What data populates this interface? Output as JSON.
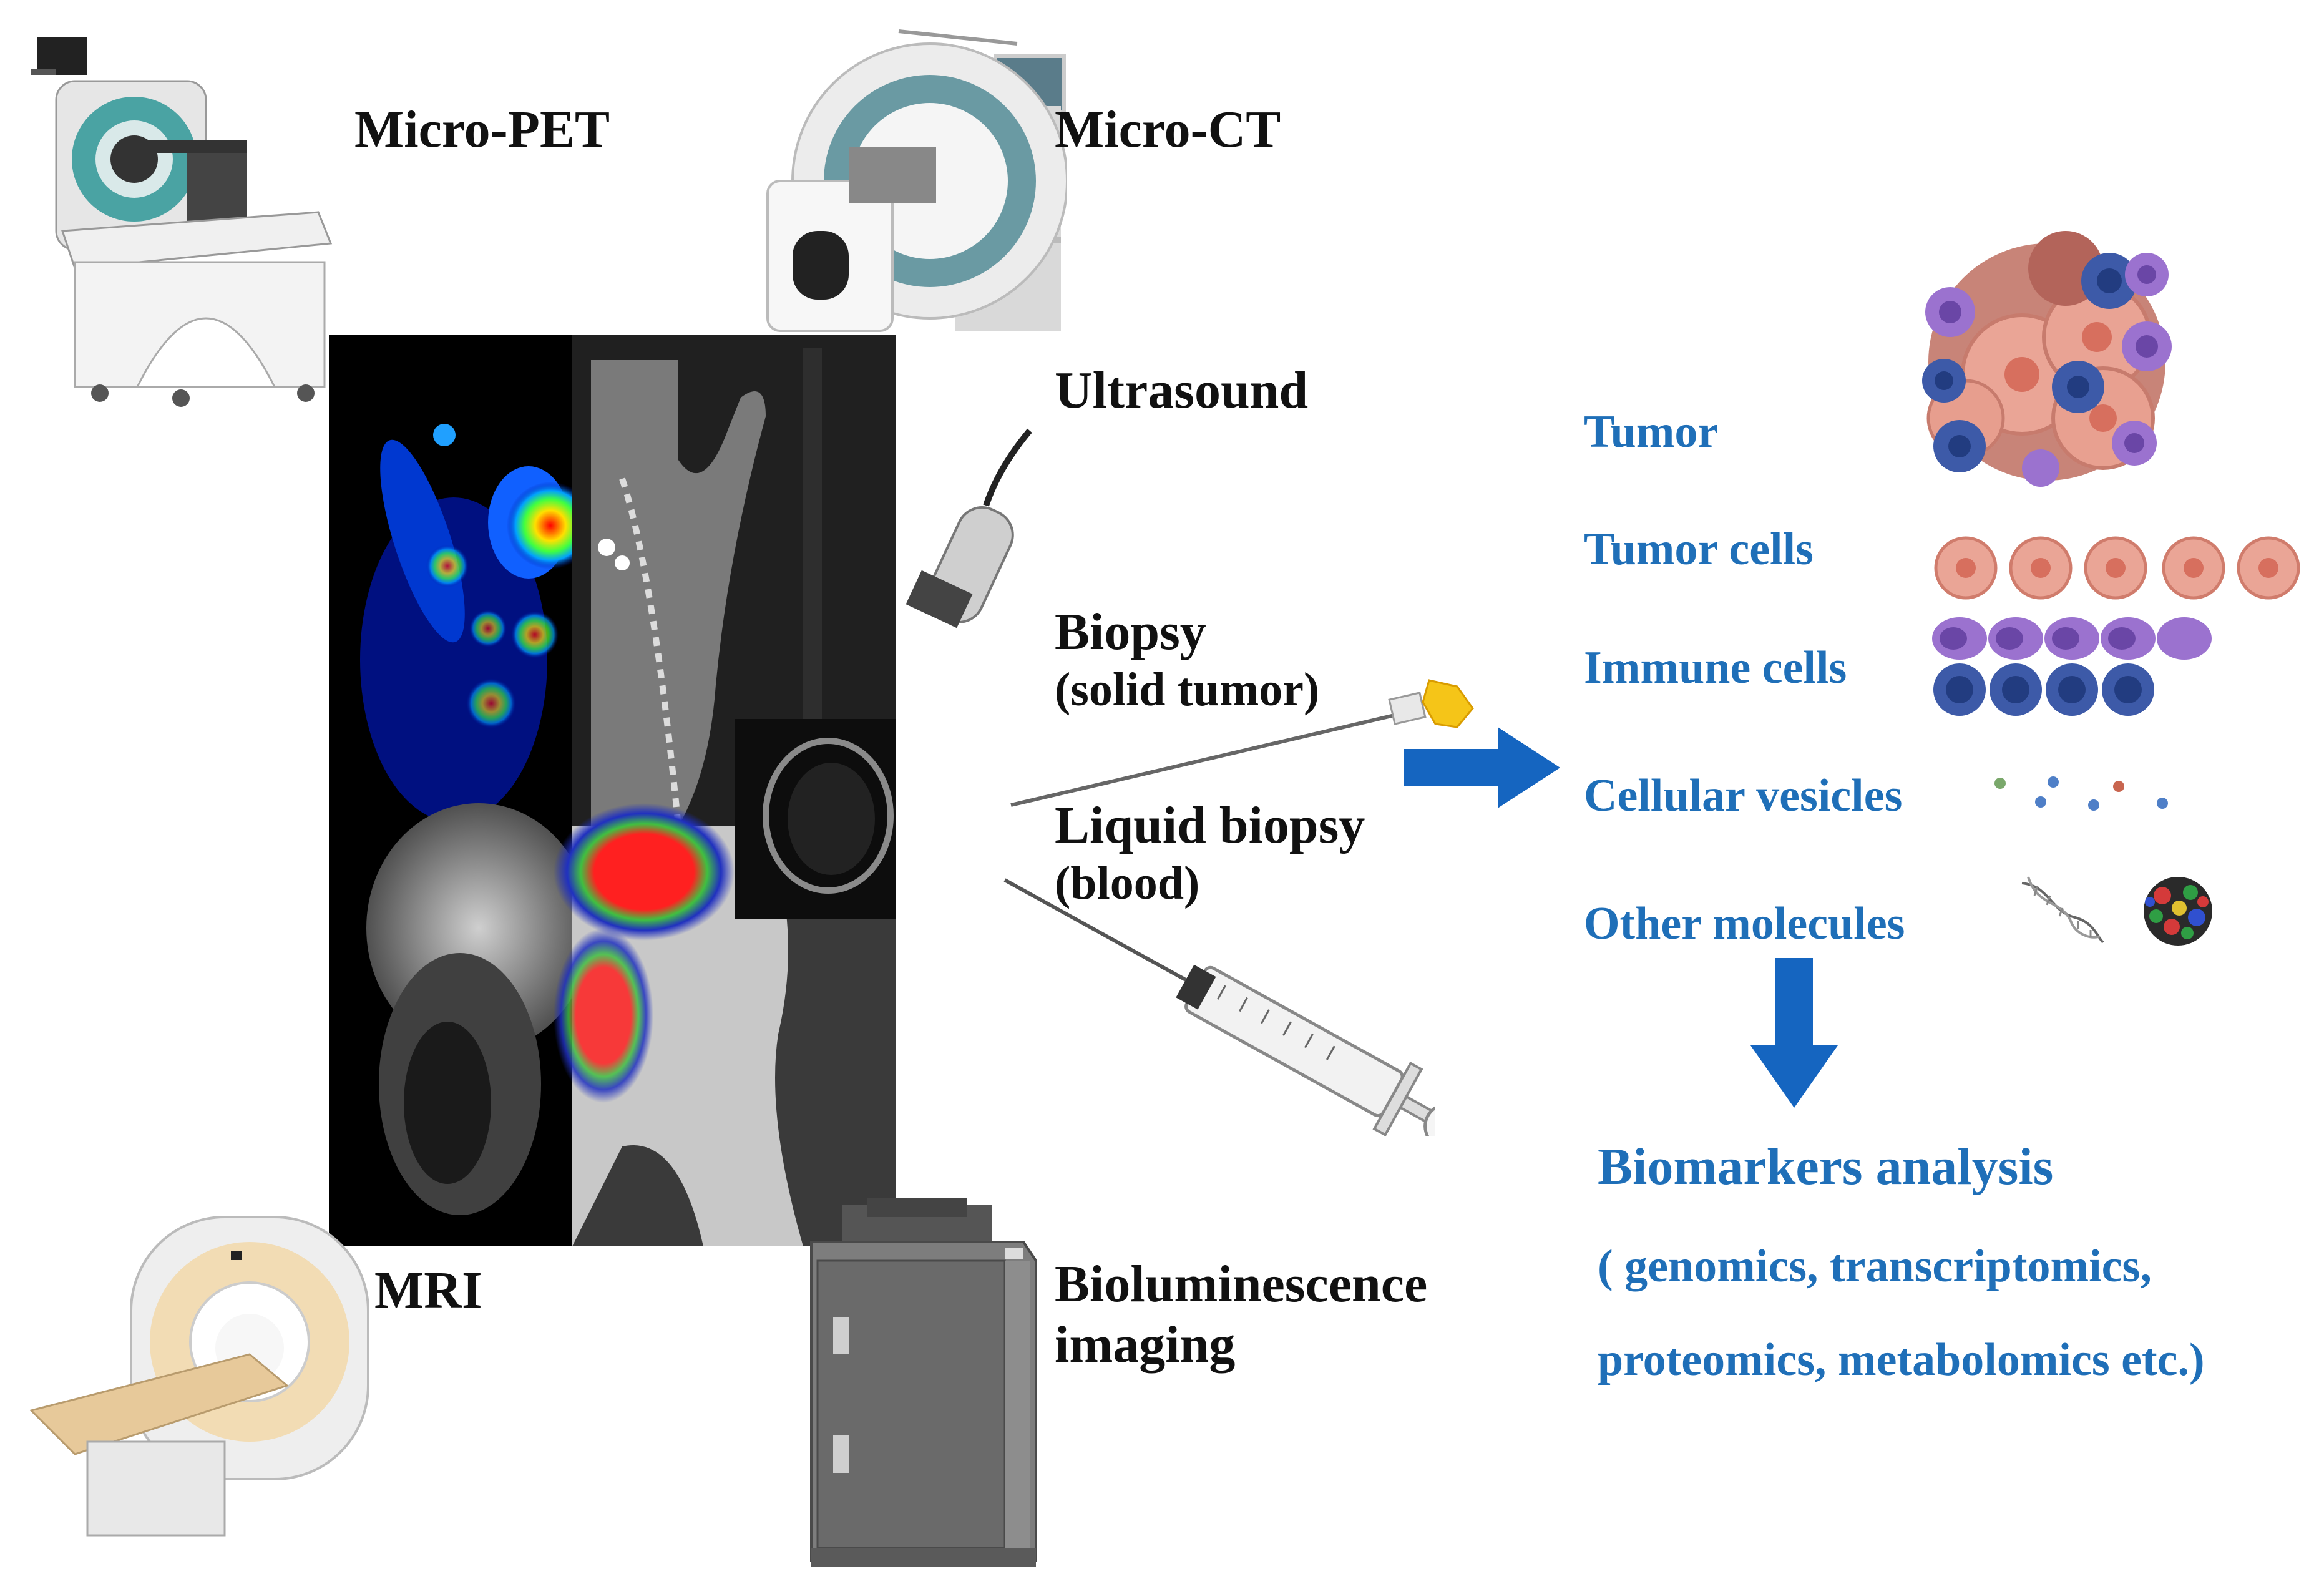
{
  "modalities": {
    "micro_pet": "Micro-PET",
    "micro_ct": "Micro-CT",
    "ultrasound": "Ultrasound",
    "mri": "MRI",
    "bioluminescence_line1": "Bioluminescence",
    "bioluminescence_line2": "imaging"
  },
  "sampling": {
    "biopsy_line1": "Biopsy",
    "biopsy_line2": "(solid tumor)",
    "liquid_line1": "Liquid biopsy",
    "liquid_line2": "(blood)"
  },
  "samples": {
    "tumor": "Tumor",
    "tumor_cells": "Tumor cells",
    "immune_cells": "Immune cells",
    "cellular_vesicles": "Cellular vesicles",
    "other_molecules": "Other molecules"
  },
  "analysis": {
    "title": "Biomarkers analysis",
    "line1": "( genomics, transcriptomics,",
    "line2": "proteomics, metabolomics etc.)"
  },
  "colors": {
    "accent_blue": "#1f6fb8",
    "arrow_blue": "#1565c0",
    "tumor_pink": "#e8998a",
    "immune_purple": "#9b72cf",
    "immune_blue": "#3d5aa8"
  },
  "icons": {
    "pet_scanner": "micro-pet-scanner-icon",
    "ct_scanner": "micro-ct-scanner-icon",
    "ultrasound_probe": "ultrasound-probe-icon",
    "mri_scanner": "mri-scanner-icon",
    "bioluminescence_cabinet": "bioluminescence-cabinet-icon",
    "biopsy_needle": "biopsy-needle-icon",
    "syringe": "syringe-icon",
    "dna": "dna-icon",
    "protein": "protein-icon"
  }
}
